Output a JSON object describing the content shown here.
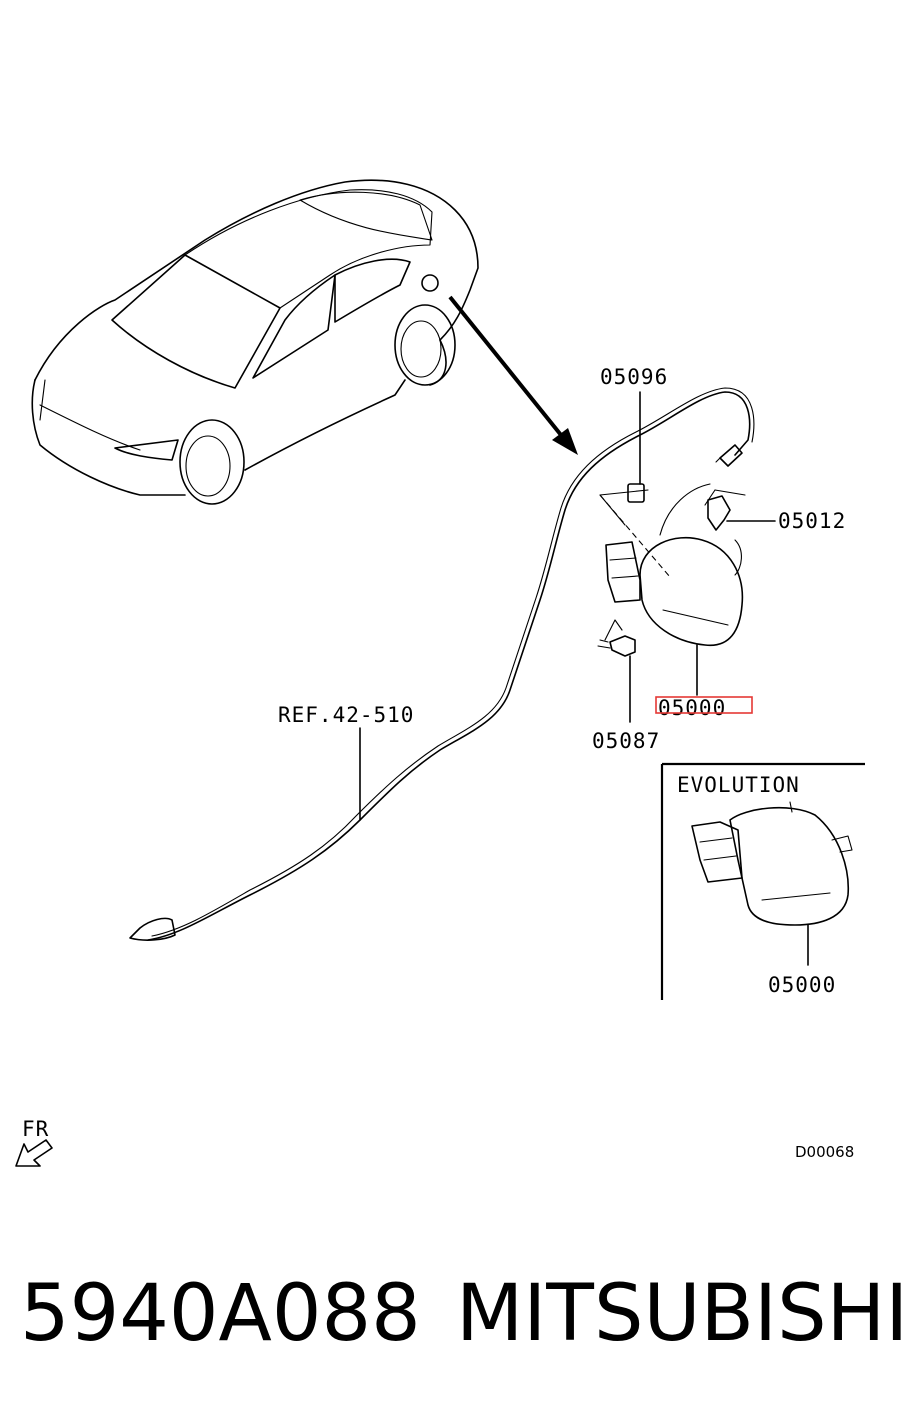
{
  "callouts": {
    "ref": "REF.42-510",
    "p05096": "05096",
    "p05012": "05012",
    "p05000_main": "05000",
    "p05087": "05087",
    "p05000_evo": "05000"
  },
  "inset": {
    "title": "EVOLUTION"
  },
  "direction": {
    "label": "FR"
  },
  "drawing_code": "D00068",
  "footer": {
    "part_number": "5940A088",
    "brand": "MITSUBISHI"
  },
  "colors": {
    "line": "#000000",
    "highlight": "#e53935",
    "background": "#ffffff"
  }
}
